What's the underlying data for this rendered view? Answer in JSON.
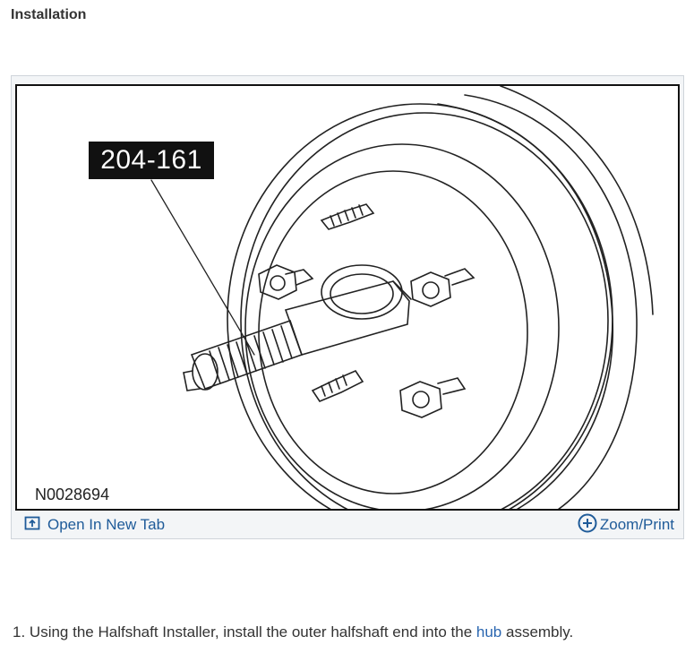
{
  "section": {
    "title": "Installation"
  },
  "figure": {
    "callout": "204-161",
    "figure_id": "N0028694",
    "open_tab_label": "Open In New Tab",
    "zoom_label": "Zoom/Print",
    "icons": {
      "open_tab": "open-in-new-tab-icon",
      "zoom": "zoom-plus-icon"
    }
  },
  "steps": [
    {
      "number": "1.",
      "text_before": "Using the Halfshaft Installer, install the outer halfshaft end into the ",
      "link": "hub",
      "text_after": " assembly."
    }
  ],
  "colors": {
    "link": "#2a66b0",
    "toolbar_link": "#1f5b99",
    "callout_bg": "#111111"
  }
}
